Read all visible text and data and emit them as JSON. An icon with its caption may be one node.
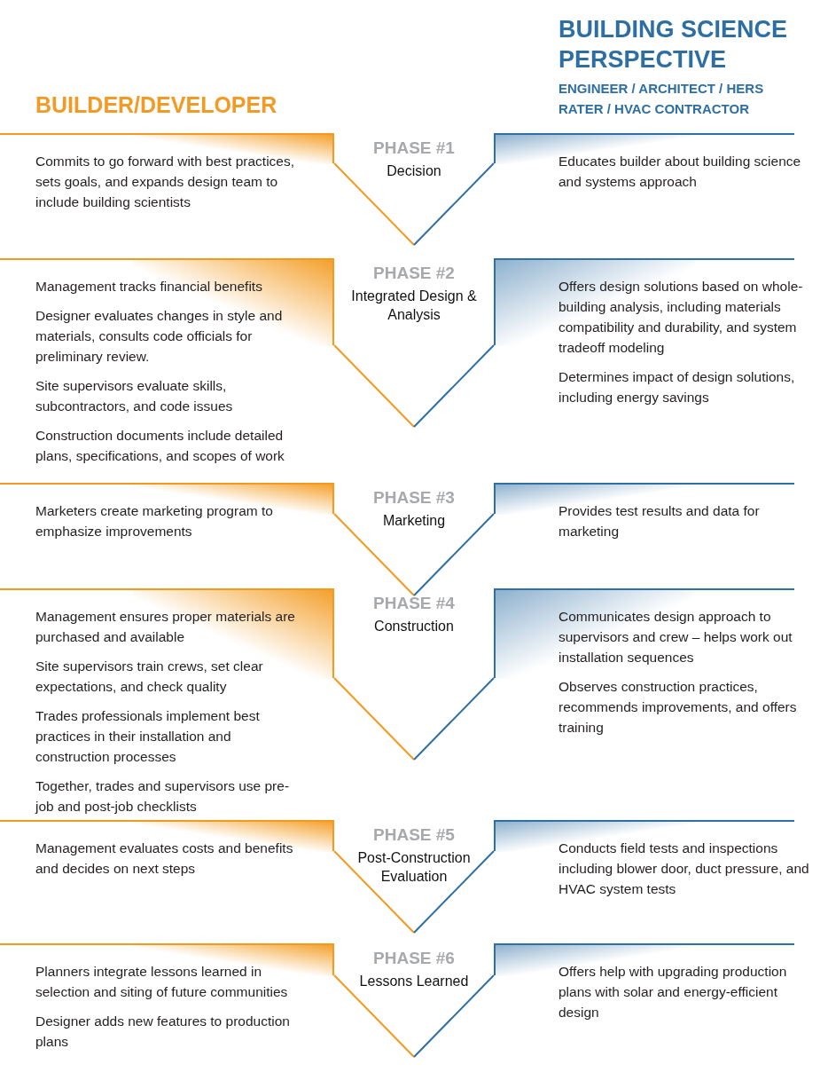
{
  "diagram": {
    "nodes": [
      {
        "text": [
          "Commits to go forward with best practices, sets goals, and expands design team to include building scientists"
        ]
      },
      {
        "text": [
          "PHASE #1",
          "Decision"
        ]
      },
      {
        "text": [
          "Educates builder about building science and systems approach"
        ]
      },
      {
        "text": [
          "Management tracks financial benefits",
          "Designer evaluates changes in style and materials, consults code officials for preliminary review.",
          "Site supervisors evaluate skills, subcontractors, and code issues",
          "Construction documents include detailed plans, specifications, and scopes of work"
        ]
      },
      {
        "text": [
          "PHASE #2",
          "Integrated Design & Analysis"
        ]
      },
      {
        "text": [
          "Offers design solutions based on whole-building analysis, including materials compatibility and durability, and system tradeoff modeling",
          "Determines impact of design solutions, including energy savings"
        ]
      },
      {
        "text": [
          "Marketers create marketing program to emphasize improvements"
        ]
      },
      {
        "text": [
          "PHASE #3",
          "Marketing"
        ]
      },
      {
        "text": [
          "Provides test results and data for marketing"
        ]
      },
      {
        "text": [
          "Management ensures proper materials are purchased and available",
          "Site supervisors train crews, set clear expectations, and check quality",
          "Trades professionals implement best practices in their installation and construction processes",
          "Together, trades and supervisors use pre-job and post-job checklists"
        ]
      },
      {
        "text": [
          "PHASE #4",
          "Construction"
        ]
      },
      {
        "text": [
          "Communicates design approach to supervisors and crew – helps work out installation sequences",
          "Observes construction practices, recommends improvements, and offers training"
        ]
      },
      {
        "text": [
          "Management evaluates costs and benefits and decides on next steps"
        ]
      },
      {
        "text": [
          "PHASE #5",
          "Post-Construction Evaluation"
        ]
      },
      {
        "text": [
          "Conducts field tests and inspections including blower door, duct pressure, and HVAC system tests"
        ]
      },
      {
        "text": [
          "Planners integrate lessons learned in selection and siting of future communities",
          "Designer adds new features to production plans"
        ]
      },
      {
        "text": [
          "PHASE #6",
          "Lessons Learned"
        ]
      },
      {
        "text": [
          "Offers help with upgrading production plans with solar and energy-efficient design"
        ]
      }
    ],
    "edges": [],
    "labels": [
      "BUILDING SCIENCE PERSPECTIVE",
      "BUILDER/DEVELOPER",
      "ENGINEER / ARCHITECT / HERS RATER / HVAC CONTRACTOR"
    ]
  }
}
